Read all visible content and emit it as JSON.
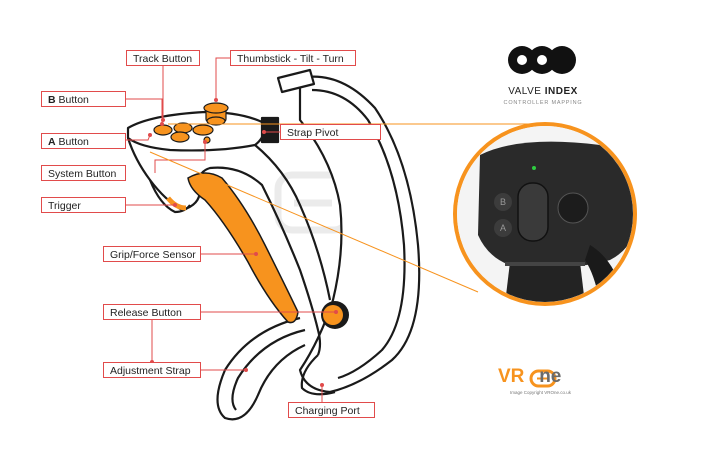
{
  "labels": {
    "track_button": "Track Button",
    "thumbstick": "Thumbstick - Tilt - Turn",
    "b_button_key": "B",
    "b_button_rest": " Button",
    "a_button_key": "A",
    "a_button_rest": " Button",
    "strap_pivot": "Strap Pivot",
    "system_button": "System Button",
    "trigger": "Trigger",
    "grip_sensor": "Grip/Force Sensor",
    "release_button": "Release Button",
    "adjustment_strap": "Adjustment Strap",
    "charging_port": "Charging Port"
  },
  "branding": {
    "valve_word": "VALVE",
    "index_word": "INDEX",
    "subtitle": "CONTROLLER MAPPING",
    "vr_word": "VR",
    "o_word": "O",
    "ne_word": "ne",
    "copyright": "Image Copyright VROne.co.uk"
  },
  "inset": {
    "b_key": "B",
    "a_key": "A"
  },
  "colors": {
    "accent": "#f7931e",
    "leader": "#e14b4b",
    "outline": "#1a1a1a"
  }
}
